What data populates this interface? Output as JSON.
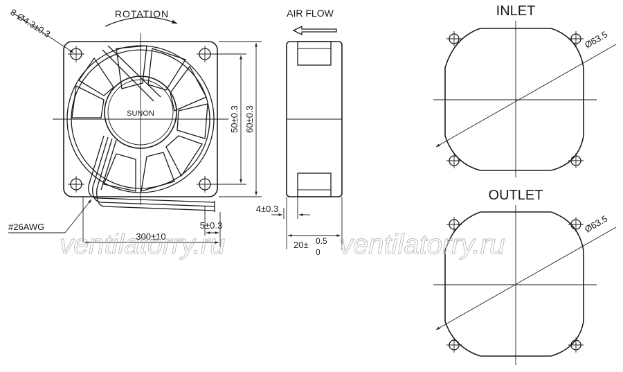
{
  "labels": {
    "rotation": "ROTATION",
    "air_flow": "AIR FLOW",
    "inlet": "INLET",
    "outlet": "OUTLET",
    "brand": "SUNON",
    "mount_holes": "8-Ø4.3±0.3",
    "hole_pitch": "50±0.3",
    "frame_size": "60±0.3",
    "flange": "4±0.3",
    "wire_gauge": "#26AWG",
    "wire_strip": "5±0.3",
    "lead_length": "300±10",
    "depth_value": "20±",
    "depth_tol_upper": "0.5",
    "depth_tol_lower": "0",
    "inlet_diameter": "Ø63.5",
    "outlet_diameter": "Ø63.5"
  },
  "watermark": "ventilatorry.ru"
}
